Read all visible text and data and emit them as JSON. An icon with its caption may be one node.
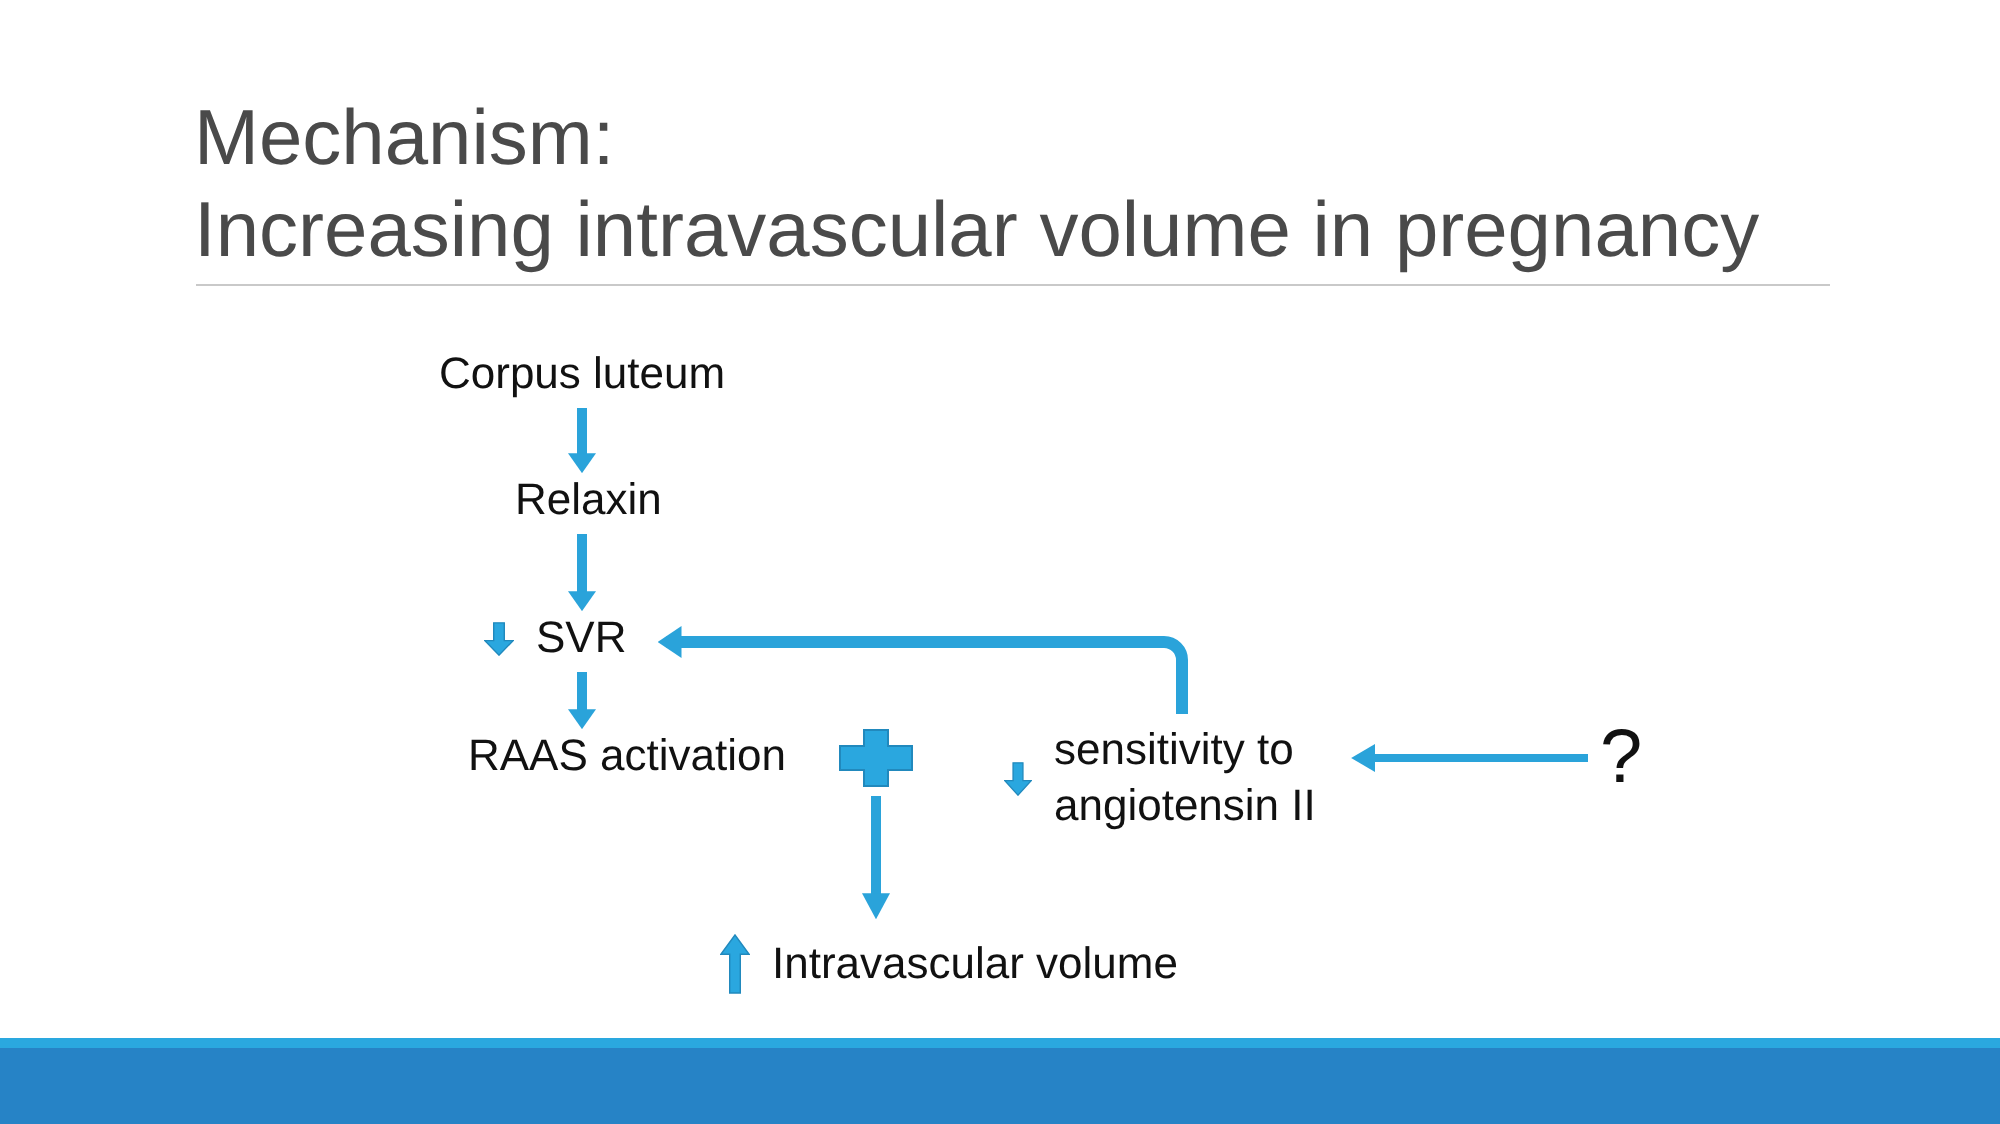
{
  "diagram": {
    "title": "Mechanism: Increasing intravascular volume in pregnancy",
    "nodes": [
      {
        "text": [
          "Corpus luteum"
        ]
      },
      {
        "text": [
          "Relaxin"
        ]
      },
      {
        "text": [
          "SVR"
        ]
      },
      {
        "text": [
          "RAAS activation"
        ]
      },
      {
        "text": [],
        "shape": "plus"
      },
      {
        "text": [
          "sensitivity to angiotensin II"
        ]
      },
      {
        "text": [
          "?"
        ]
      },
      {
        "text": [
          "Intravascular volume"
        ]
      }
    ],
    "edges": [
      {
        "from": 0,
        "to": 1,
        "arrow": "to"
      },
      {
        "from": 1,
        "to": 2,
        "arrow": "to"
      },
      {
        "from": 2,
        "to": 3,
        "arrow": "to"
      },
      {
        "from": 5,
        "to": 2,
        "arrow": "to"
      },
      {
        "from": 6,
        "to": 5,
        "arrow": "to"
      },
      {
        "from": 4,
        "to": 7,
        "arrow": "to"
      }
    ]
  }
}
